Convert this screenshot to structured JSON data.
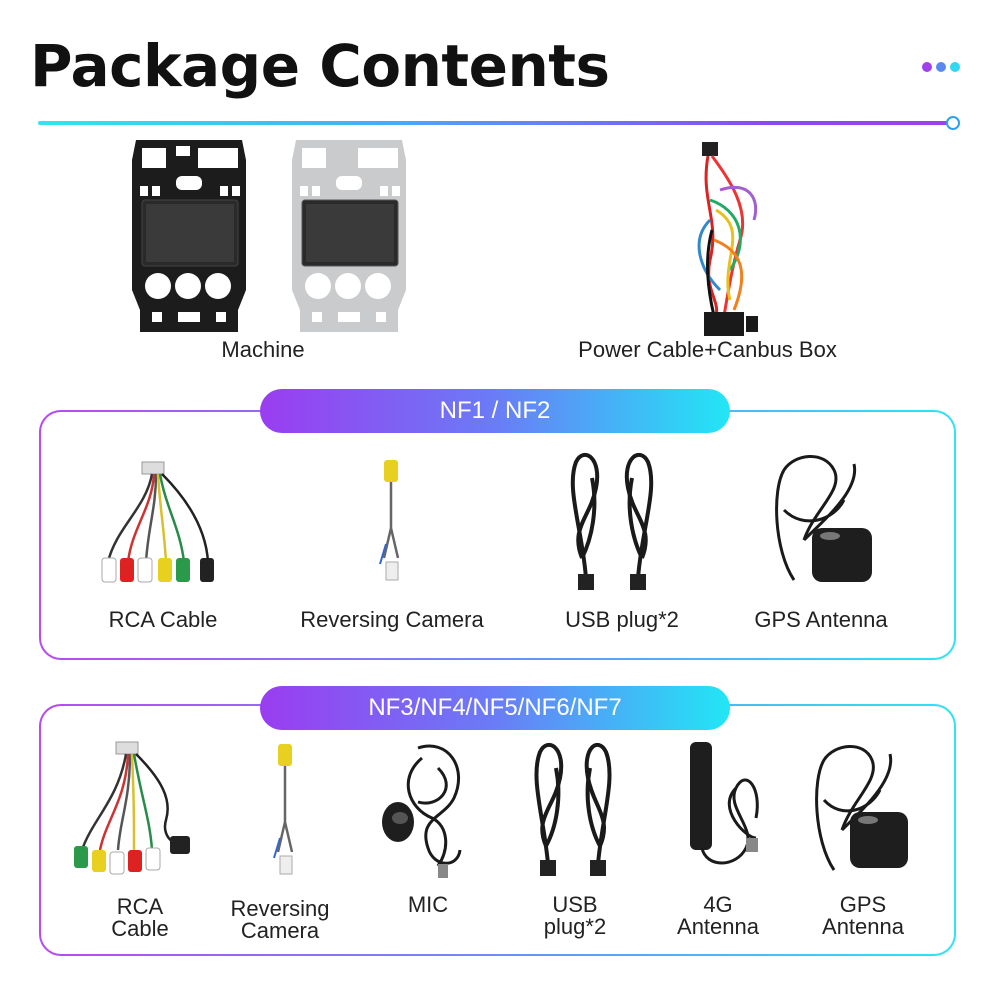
{
  "page": {
    "title": "Package Contents"
  },
  "colors": {
    "accent_purple": "#9a3df0",
    "accent_cyan": "#22e6f5",
    "dot_purple": "#a040e8",
    "dot_blue": "#5a8af0",
    "dot_cyan": "#30d8f0"
  },
  "top_items": [
    {
      "label": "Machine",
      "icon": "head-unit-icon"
    },
    {
      "label": "Power Cable+Canbus Box",
      "icon": "wire-harness-icon"
    }
  ],
  "nf12": {
    "badge": "NF1 / NF2",
    "items": [
      {
        "label": "RCA Cable",
        "icon": "rca-cable-icon"
      },
      {
        "label": "Reversing Camera",
        "icon": "camera-cable-icon"
      },
      {
        "label": "USB plug*2",
        "icon": "usb-cable-icon"
      },
      {
        "label": "GPS Antenna",
        "icon": "gps-antenna-icon"
      }
    ]
  },
  "nf37": {
    "badge": "NF3/NF4/NF5/NF6/NF7",
    "items": [
      {
        "line1": "RCA",
        "line2": "Cable",
        "icon": "rca-cable-icon"
      },
      {
        "line1": "Reversing",
        "line2": "Camera",
        "icon": "camera-cable-icon"
      },
      {
        "line1": "MIC",
        "line2": "",
        "icon": "mic-icon"
      },
      {
        "line1": "USB",
        "line2": "plug*2",
        "icon": "usb-cable-icon"
      },
      {
        "line1": "4G",
        "line2": "Antenna",
        "icon": "4g-antenna-icon"
      },
      {
        "line1": "GPS",
        "line2": "Antenna",
        "icon": "gps-antenna-icon"
      }
    ]
  }
}
